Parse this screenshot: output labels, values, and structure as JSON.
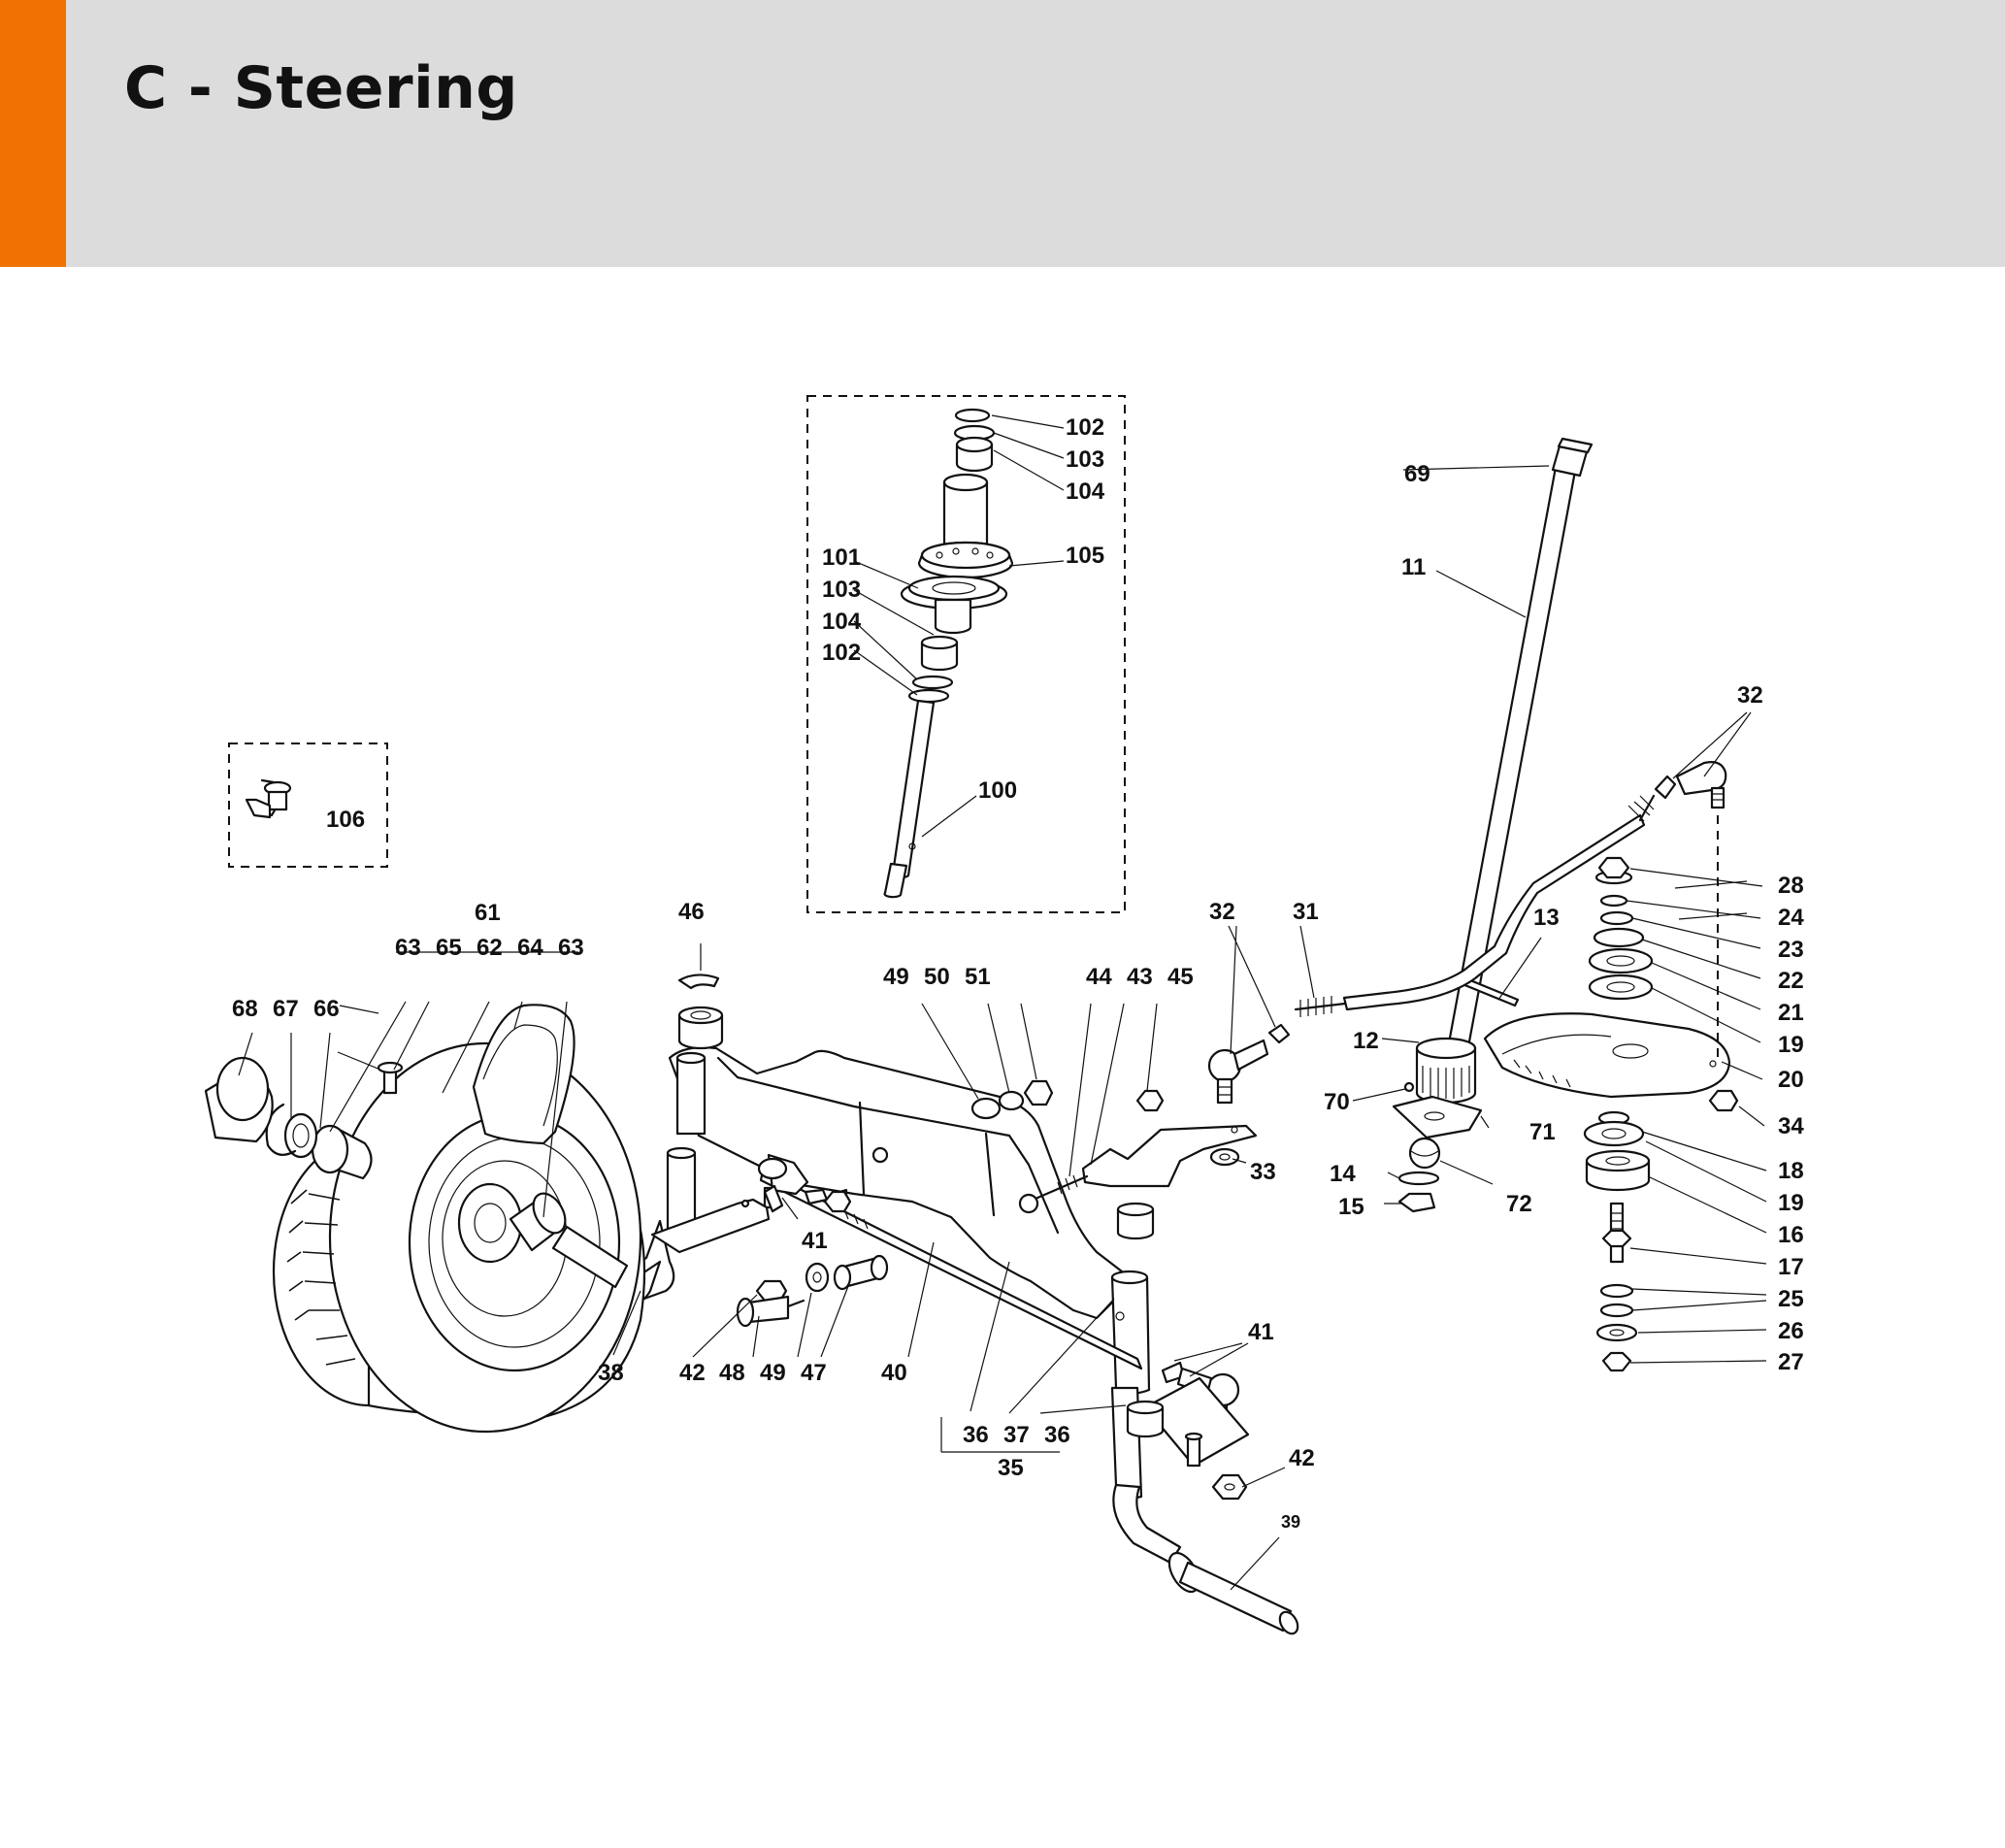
{
  "header": {
    "title": "C - Steering",
    "accent_color": "#f07200",
    "band_color": "#dcdcdc"
  },
  "diagram": {
    "callouts": [
      "102",
      "103",
      "104",
      "105",
      "101",
      "103",
      "104",
      "102",
      "100",
      "69",
      "11",
      "32",
      "28",
      "24",
      "23",
      "22",
      "21",
      "19",
      "20",
      "34",
      "18",
      "19",
      "16",
      "17",
      "25",
      "26",
      "27",
      "106",
      "61",
      "63",
      "65",
      "62",
      "64",
      "63",
      "68",
      "67",
      "66",
      "46",
      "49",
      "50",
      "51",
      "44",
      "43",
      "45",
      "32",
      "31",
      "13",
      "12",
      "70",
      "71",
      "72",
      "14",
      "15",
      "33",
      "41",
      "38",
      "42",
      "48",
      "49",
      "47",
      "40",
      "36",
      "37",
      "36",
      "35",
      "41",
      "42",
      "39"
    ]
  }
}
